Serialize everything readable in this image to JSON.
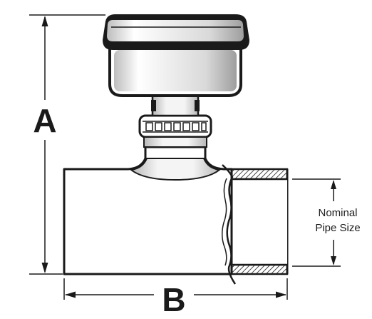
{
  "diagram": {
    "dimension_a": "A",
    "dimension_b": "B",
    "nominal_line_1": "Nominal",
    "nominal_line_2": "Pipe Size"
  },
  "colors": {
    "ink": "#1a1a1a",
    "knob_fill": "#e6e6e6",
    "body_fill": "#ffffff",
    "highlight": "#ffffff"
  }
}
